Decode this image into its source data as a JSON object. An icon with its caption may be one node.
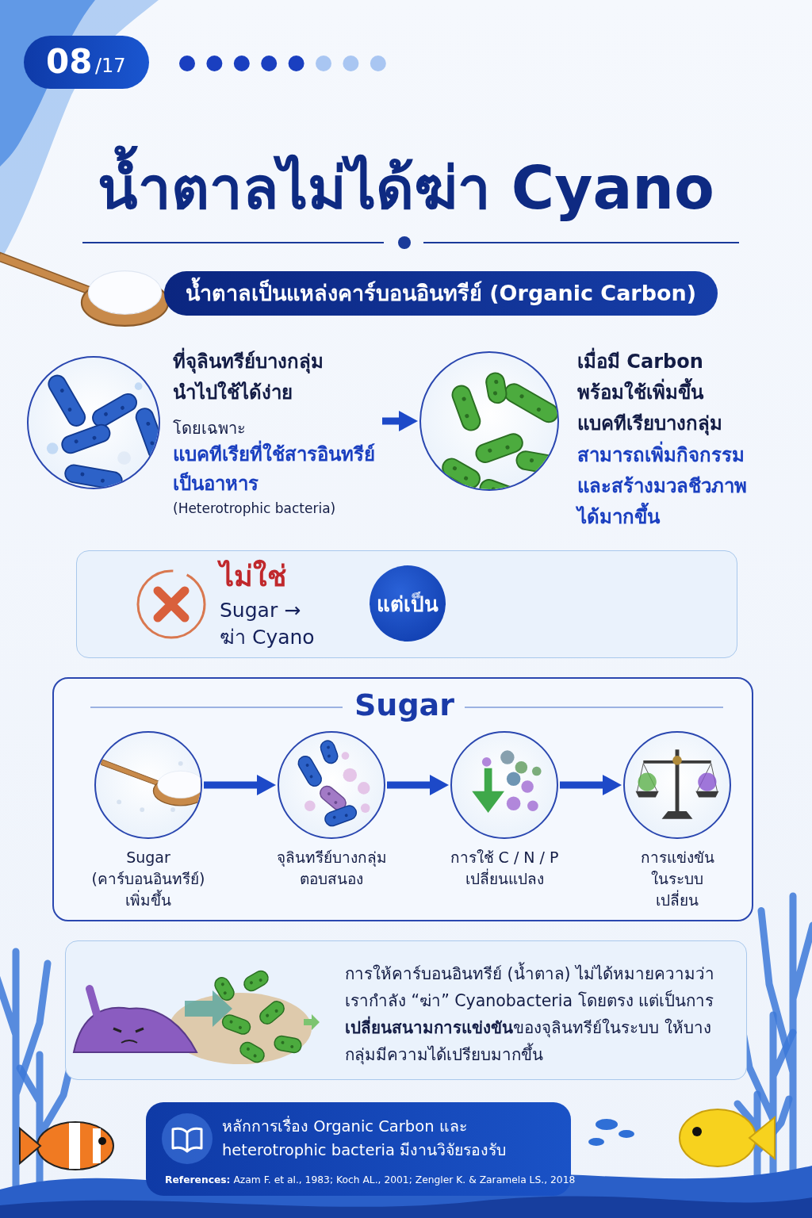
{
  "diagram": {
    "title": "น้ำตาลไม่ได้ฆ่า Cyano",
    "nodes": [
      {
        "text": [
          "น้ำตาลเป็นแหล่งคาร์บอนอินทรีย์ (Organic Carbon)"
        ]
      },
      {
        "text": [],
        "shape": "picture"
      },
      {
        "text": [
          "ที่จุลินทรีย์บางกลุ่ม นำไปใช้ได้ง่าย",
          "โดยเฉพาะ",
          "แบคทีเรียที่ใช้สารอินทรีย์ เป็นอาหาร",
          "(Heterotrophic bacteria)"
        ]
      },
      {
        "text": [],
        "shape": "picture"
      },
      {
        "text": [
          "เมื่อมี Carbon พร้อมใช้เพิ่มขึ้น แบคทีเรียบางกลุ่ม",
          "สามารถเพิ่มกิจกรรม และสร้างมวลชีวภาพ ได้มากขึ้น"
        ]
      },
      {
        "text": [
          "ไม่ใช่",
          "Sugar → ฆ่า Cyano"
        ]
      },
      {
        "text": [
          "แต่เป็น"
        ],
        "in": 5
      },
      {
        "text": [
          "Sugar"
        ]
      },
      {
        "text": [],
        "shape": "picture",
        "in": 7,
        "beside": [
          "Sugar (คาร์บอนอินทรีย์) เพิ่มขึ้น"
        ]
      },
      {
        "text": [],
        "shape": "picture",
        "in": 7,
        "beside": [
          "จุลินทรีย์บางกลุ่ม ตอบสนอง"
        ]
      },
      {
        "text": [],
        "shape": "picture",
        "in": 7,
        "beside": [
          "การใช้ C / N / P เปลี่ยนแปลง"
        ]
      },
      {
        "text": [],
        "shape": "picture",
        "in": 7,
        "beside": [
          "การแข่งขัน ในระบบ เปลี่ยน"
        ]
      },
      {
        "text": [
          "การให้คาร์บอนอินทรีย์ (น้ำตาล) ไม่ได้หมายความว่า เรากำลัง “ฆ่า” Cyanobacteria โดยตรง แต่เป็นการ**เปลี่ยนสนามการแข่งขัน**ของจุลินทรีย์ในระบบ ให้บางกลุ่มมีความได้เปรียบมากขึ้น"
        ]
      },
      {
        "text": [
          "หลักการเรื่อง Organic Carbon และ heterotrophic bacteria มีงานวิจัยรองรับ",
          "**References:** Azam F. et al., 1983; Koch AL., 2001; Zengler K. & Zaramela LS., 2018"
        ]
      }
    ],
    "edges": [
      {
        "from": 2,
        "to": 3,
        "arrow": "to"
      },
      {
        "from": 8,
        "to": 9,
        "arrow": "to"
      },
      {
        "from": 9,
        "to": 10,
        "arrow": "to"
      },
      {
        "from": 10,
        "to": 11,
        "arrow": "to"
      }
    ],
    "labels": [
      "08",
      "/17"
    ]
  }
}
